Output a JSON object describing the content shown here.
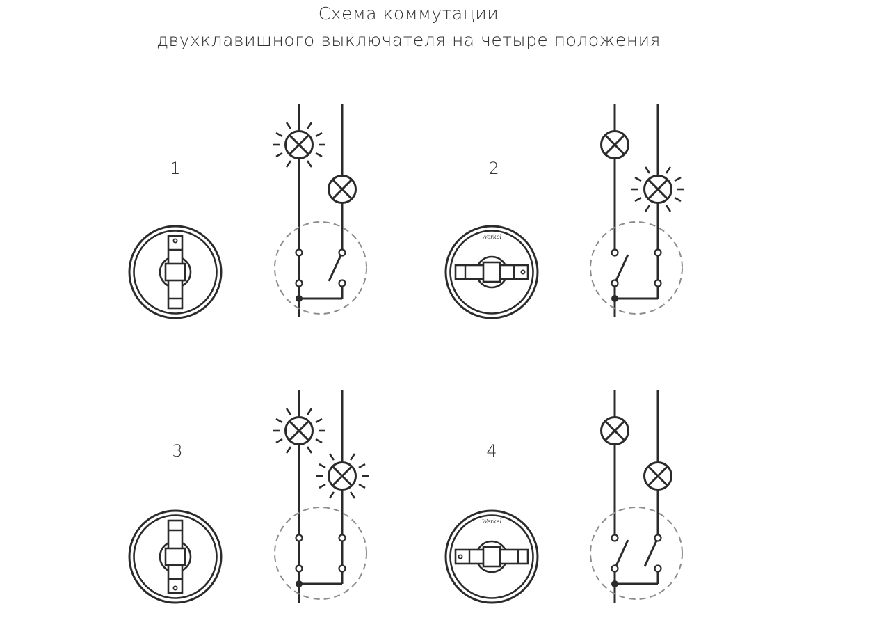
{
  "title": {
    "line1": "Схема коммутации",
    "line2": "двухклавишного выключателя на четыре положения"
  },
  "colors": {
    "stroke": "#2b2b2b",
    "dashed": "#8c8c8c",
    "text": "#333333",
    "background": "#ffffff"
  },
  "positions": [
    {
      "number": "1",
      "knob_orientation": "vertical-dot-top",
      "lamp_left": "on",
      "lamp_right": "off",
      "switch_left": "closed",
      "switch_right": "open",
      "brand_mark": ""
    },
    {
      "number": "2",
      "knob_orientation": "horizontal-dot-right",
      "lamp_left": "off",
      "lamp_right": "on",
      "switch_left": "open",
      "switch_right": "closed",
      "brand_mark": "Werkel"
    },
    {
      "number": "3",
      "knob_orientation": "vertical-dot-bottom",
      "lamp_left": "on",
      "lamp_right": "on",
      "switch_left": "closed",
      "switch_right": "closed",
      "brand_mark": ""
    },
    {
      "number": "4",
      "knob_orientation": "horizontal-dot-left",
      "lamp_left": "off",
      "lamp_right": "off",
      "switch_left": "open",
      "switch_right": "open",
      "brand_mark": "Werkel"
    }
  ]
}
